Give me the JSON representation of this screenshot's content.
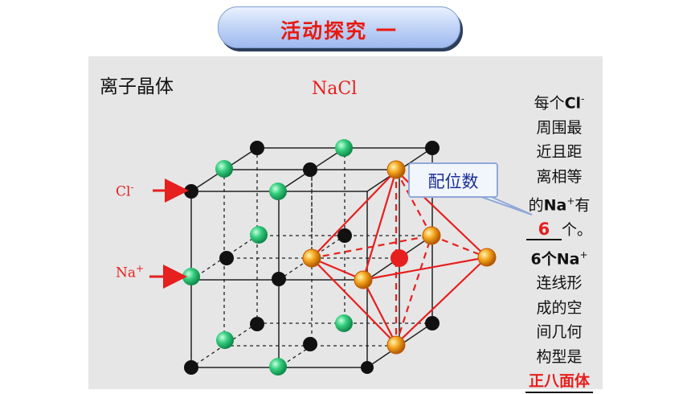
{
  "title": "活动探究  一",
  "panel": {
    "heading": "离子晶体",
    "formula": "NaCl"
  },
  "labels": {
    "cl": "Cl",
    "cl_sup": "-",
    "na": "Na",
    "na_sup": "+"
  },
  "callout": "配位数",
  "question": {
    "l1a": "每个",
    "l1b": "Cl",
    "l1c": "-",
    "l2": "周围最",
    "l3": "近且距",
    "l4": "离相等",
    "l5a": "的",
    "l5b": "Na",
    "l5c": "+",
    "l5d": "有",
    "answer1": "6",
    "l6": "个。",
    "l7a": "6个",
    "l7b": "Na",
    "l7c": "+",
    "l8": "连线形",
    "l9": "成的空",
    "l10": "间几何",
    "l11": "构型是",
    "answer2": "正八面体"
  },
  "colors": {
    "cl_ion": "#111111",
    "na_ion": "#2fc879",
    "highlight": "#e61f1f",
    "gold": "#f2a61c"
  }
}
